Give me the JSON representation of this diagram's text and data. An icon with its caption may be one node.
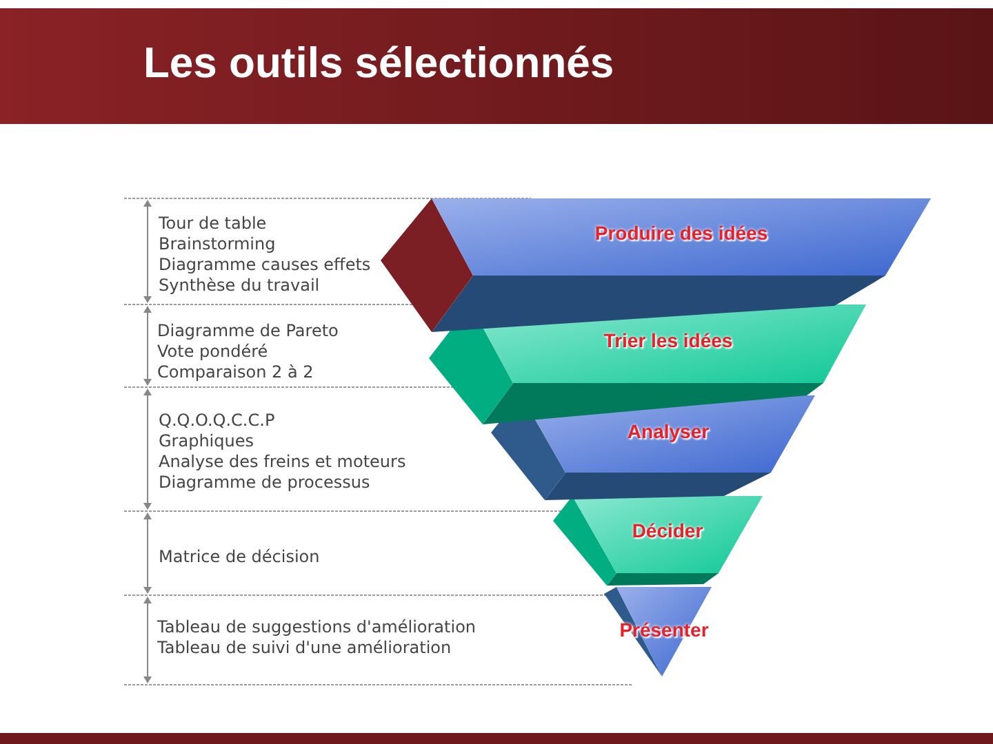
{
  "diagram": {
    "title": "Les outils sélectionnés",
    "nodes": [
      {
        "text": [
          "Produire des idées"
        ]
      },
      {
        "text": [
          "Trier les idées"
        ]
      },
      {
        "text": [
          "Analyser"
        ]
      },
      {
        "text": [
          "Décider"
        ]
      },
      {
        "text": [
          "Présenter"
        ]
      }
    ],
    "edges": [],
    "labels": [
      "Tour de table",
      "Brainstorming",
      "Diagramme causes effets",
      "Synthèse du travail",
      "Diagramme de Pareto",
      "Vote pondéré",
      "Comparaison 2 à 2",
      "Q.Q.O.Q.C.C.P",
      "Graphiques",
      "Analyse des freins et moteurs",
      "Diagramme de processus",
      "Matrice de décision",
      "Tableau de suggestions d'amélioration",
      "Tableau de suivi d'une amélioration"
    ]
  }
}
